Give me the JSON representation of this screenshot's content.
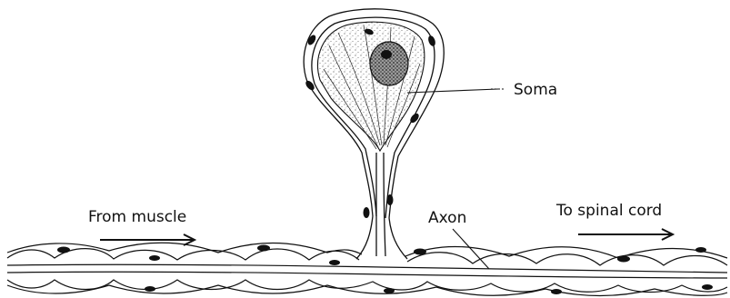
{
  "labels": {
    "soma": "Soma",
    "axon": "Axon",
    "from_muscle": "From muscle",
    "to_spinal_cord": "To spinal cord"
  },
  "colors": {
    "ink": "#111111",
    "nucleus": "#2a2a2a",
    "cytoplasm_stipple": "#555555",
    "background": "#ffffff"
  }
}
